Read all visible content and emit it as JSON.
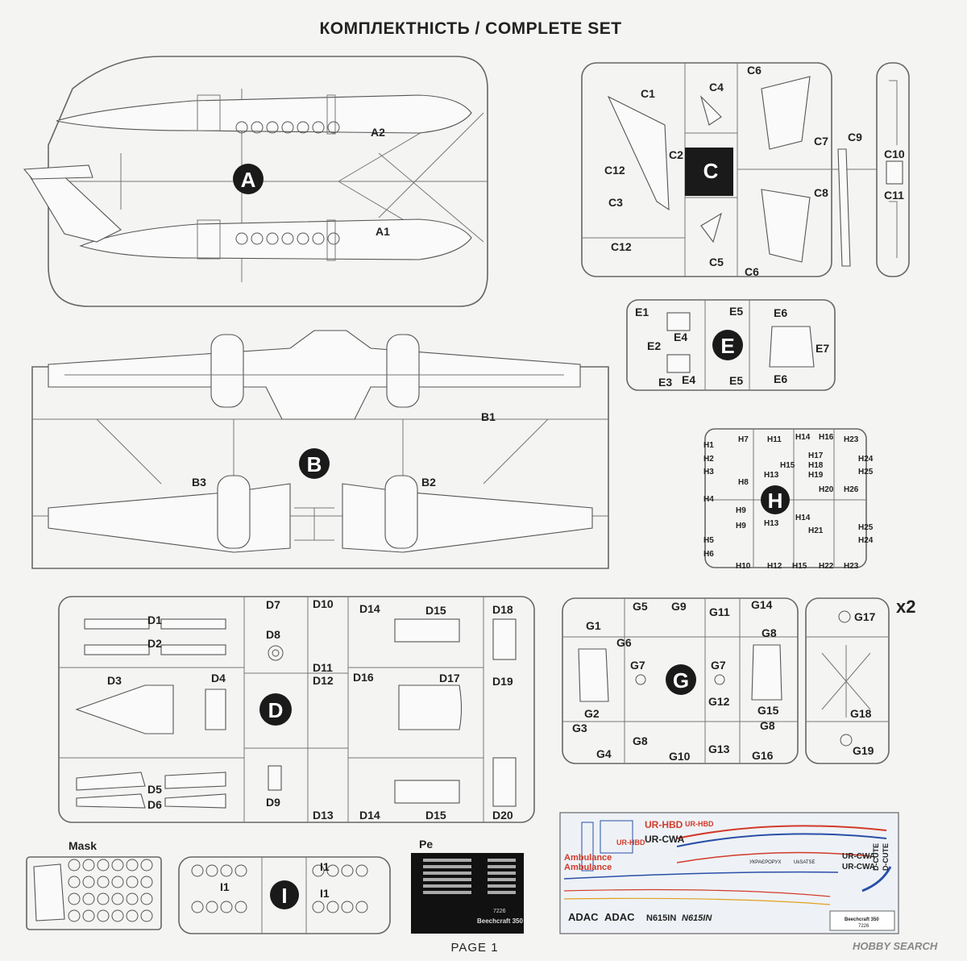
{
  "header": {
    "title": "КОМПЛЕКТНІСТЬ / COMPLETE SET"
  },
  "footer": {
    "page": "PAGE 1",
    "watermark": "HOBBY SEARCH"
  },
  "sprues": {
    "A": {
      "letter": "A",
      "parts": [
        "A1",
        "A2"
      ]
    },
    "B": {
      "letter": "B",
      "parts": [
        "B1",
        "B2",
        "B3"
      ]
    },
    "C": {
      "letter": "C",
      "parts": [
        "C1",
        "C2",
        "C3",
        "C4",
        "C5",
        "C6",
        "C6",
        "C7",
        "C8",
        "C9",
        "C10",
        "C11",
        "C12",
        "C12"
      ]
    },
    "E": {
      "letter": "E",
      "parts": [
        "E1",
        "E2",
        "E3",
        "E4",
        "E4",
        "E5",
        "E5",
        "E6",
        "E6",
        "E7"
      ]
    },
    "H": {
      "letter": "H",
      "parts": [
        "H1",
        "H2",
        "H3",
        "H4",
        "H5",
        "H6",
        "H7",
        "H8",
        "H9",
        "H9",
        "H10",
        "H11",
        "H12",
        "H12",
        "H13",
        "H13",
        "H14",
        "H14",
        "H15",
        "H15",
        "H16",
        "H17",
        "H18",
        "H19",
        "H20",
        "H21",
        "H22",
        "H23",
        "H23",
        "H24",
        "H24",
        "H25",
        "H25",
        "H26"
      ]
    },
    "D": {
      "letter": "D",
      "parts": [
        "D1",
        "D2",
        "D3",
        "D4",
        "D5",
        "D6",
        "D7",
        "D8",
        "D9",
        "D10",
        "D11",
        "D12",
        "D13",
        "D14",
        "D14",
        "D15",
        "D15",
        "D16",
        "D17",
        "D18",
        "D19",
        "D20"
      ]
    },
    "G": {
      "letter": "G",
      "multiplier": "x2",
      "parts": [
        "G1",
        "G2",
        "G3",
        "G4",
        "G5",
        "G6",
        "G7",
        "G7",
        "G8",
        "G8",
        "G8",
        "G9",
        "G10",
        "G11",
        "G12",
        "G13",
        "G14",
        "G15",
        "G16",
        "G17",
        "G18",
        "G19"
      ]
    },
    "I": {
      "letter": "I",
      "parts": [
        "I1",
        "I1",
        "I1"
      ]
    }
  },
  "extras": {
    "mask_label": "Mask",
    "pe_label": "Pe",
    "pe_brand": "Beechcraft 350",
    "pe_code": "7226"
  },
  "decals": {
    "regs": [
      "UR-HBD",
      "UR-HBD",
      "UR-HBD",
      "UR-CWA",
      "UR-CWA",
      "UR-CWA",
      "D-CUTE",
      "D-CUTE"
    ],
    "ambulance": [
      "Ambulance",
      "Ambulance"
    ],
    "adac": [
      "ADAC",
      "ADAC"
    ],
    "n_regs": [
      "N615IN",
      "N615IN"
    ],
    "ukr": "УКРАЄРОРУХ",
    "ukrsatse": "UkSATSE",
    "brand": "Beechcraft 350",
    "code": "7226"
  },
  "colors": {
    "ink": "#222222",
    "line": "#666666",
    "decal_red": "#d23a2a",
    "decal_blue": "#2a4fa8"
  }
}
